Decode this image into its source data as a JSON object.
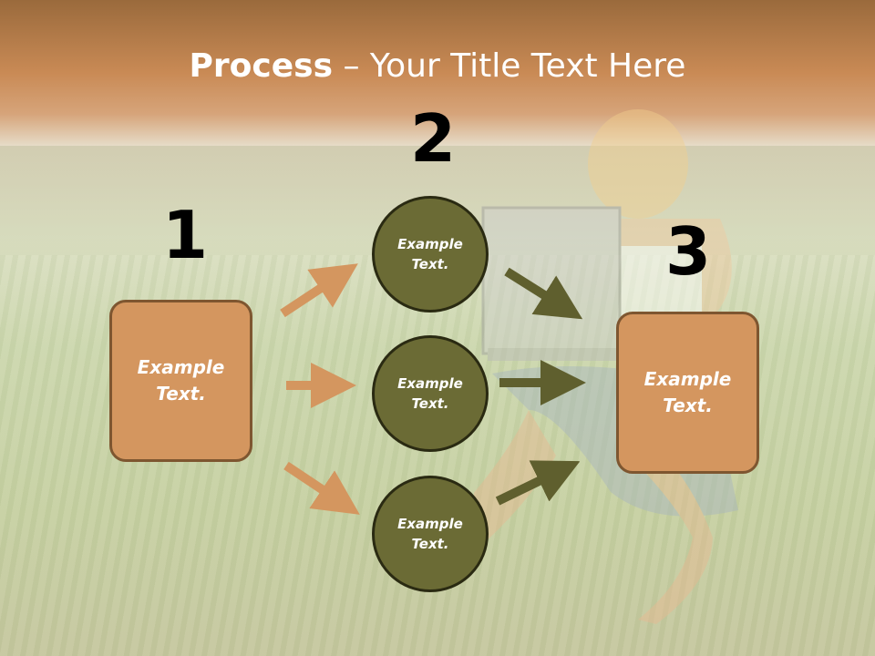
{
  "title": {
    "bold": "Process",
    "rest": " – Your Title Text Here"
  },
  "steps": [
    {
      "number": "1",
      "text": "Example Text."
    },
    {
      "number": "2",
      "text": "Example Text."
    },
    {
      "number": "3",
      "text": "Example Text."
    }
  ],
  "circles": [
    {
      "text": "Example Text."
    },
    {
      "text": "Example Text."
    },
    {
      "text": "Example Text."
    }
  ],
  "colors": {
    "box_fill": "#d4965f",
    "box_border": "#7e5630",
    "circle_fill": "#6b6b35",
    "orange_arrow": "#d4965f",
    "olive_arrow": "#5f5f2e"
  }
}
